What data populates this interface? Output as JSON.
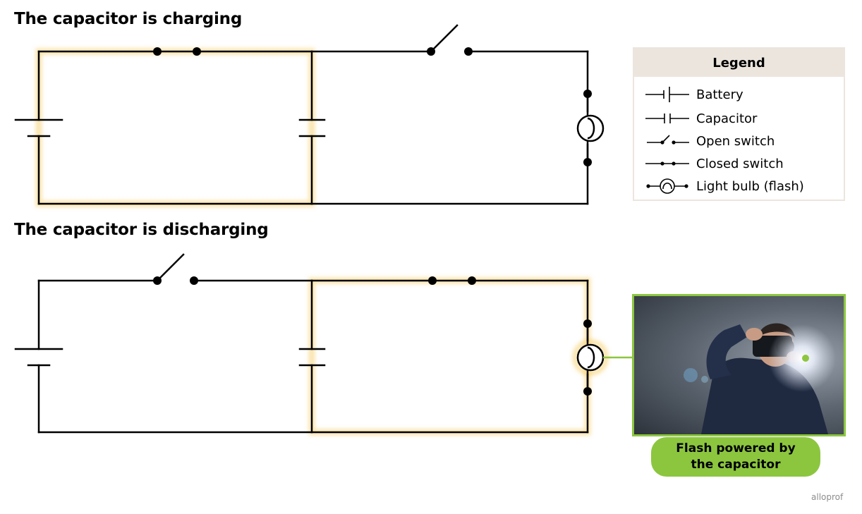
{
  "diagram": {
    "title_charging": "The capacitor is charging",
    "title_discharging": "The capacitor is discharging"
  },
  "legend": {
    "title": "Legend",
    "items": [
      {
        "symbol": "battery-symbol-icon",
        "label": "Battery"
      },
      {
        "symbol": "capacitor-symbol-icon",
        "label": "Capacitor"
      },
      {
        "symbol": "open-switch-symbol-icon",
        "label": "Open switch"
      },
      {
        "symbol": "closed-switch-symbol-icon",
        "label": "Closed switch"
      },
      {
        "symbol": "light-bulb-symbol-icon",
        "label": "Light bulb (flash)"
      }
    ]
  },
  "photo": {
    "caption": "Flash powered by\nthe capacitor"
  },
  "brand": "alloprof",
  "colors": {
    "glow": "#f3c64a",
    "accent_green": "#8cc63f",
    "legend_header": "#ece5de"
  }
}
